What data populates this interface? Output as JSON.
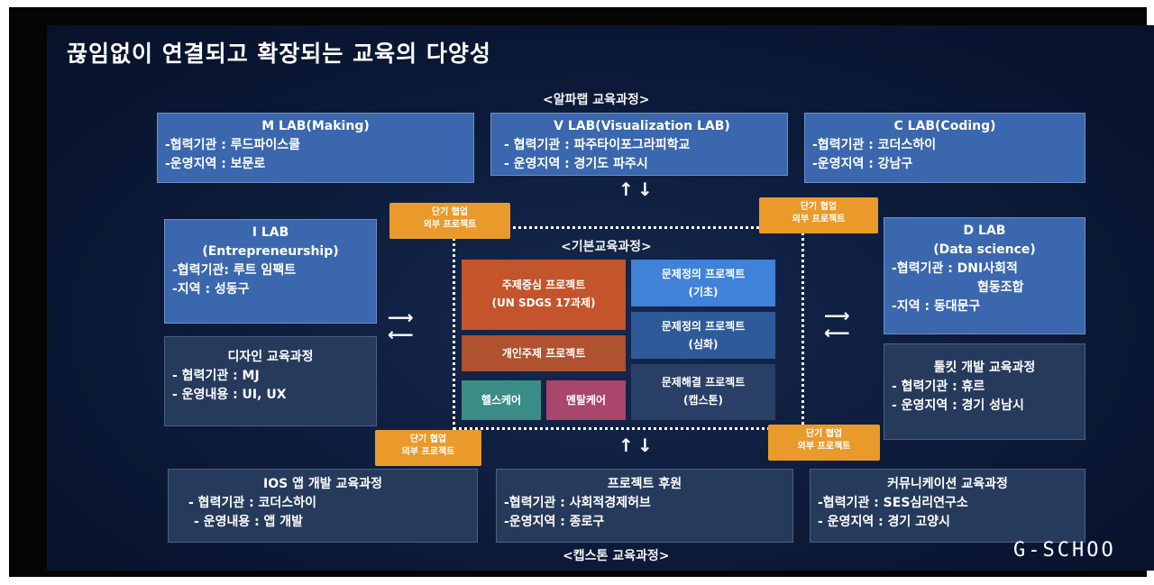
{
  "title": "끊임없이  연결되고 확장되는 교육의 다양성",
  "alpha_label": "<알파랩 교육과정>",
  "core_label": "<기본교육과정>",
  "capstone_label": "<캡스톤 교육과정>",
  "logo": "G-SCHOO",
  "boxes": {
    "m_lab": {
      "title": "M LAB(Making)",
      "lines": [
        "-협력기관 : 루드파이스쿨",
        "-운영지역 : 보문로"
      ]
    },
    "v_lab": {
      "title": "V LAB(Visualization LAB)",
      "lines": [
        "- 협력기관 : 파주타이포그라피학교",
        "- 운영지역 : 경기도 파주시"
      ]
    },
    "c_lab": {
      "title": "C LAB(Coding)",
      "lines": [
        "-협력기관 : 코더스하이",
        "-운영지역 : 강남구"
      ]
    },
    "i_lab": {
      "title": "I LAB",
      "title2": "(Entrepreneurship)",
      "lines": [
        "-협력기관: 루트 임팩트",
        "-지역 : 성동구"
      ]
    },
    "d_lab": {
      "title": "D LAB",
      "title2": "(Data science)",
      "lines": [
        "-협력기관 :  DNI사회적",
        "협동조합",
        "-지역 : 동대문구"
      ]
    },
    "design": {
      "title": "디자인 교육과정",
      "lines": [
        "- 협력기관 : MJ",
        "- 운영내용 : UI, UX"
      ]
    },
    "toolkit": {
      "title": "툴킷 개발 교육과정",
      "lines": [
        "- 협력기관 : 휴르",
        "- 운영지역 : 경기 성남시"
      ]
    },
    "ios": {
      "title": "IOS 앱 개발 교육과정",
      "lines": [
        "- 협력기관 : 코더스하이",
        "- 운영내용 : 앱 개발"
      ]
    },
    "project": {
      "title": "프로젝트 후원",
      "lines": [
        "-협력기관 : 사회적경제허브",
        "-운영지역 : 종로구"
      ]
    },
    "comm": {
      "title": "커뮤니케이션 교육과정",
      "lines": [
        "-협력기관 : SES심리연구소",
        "- 운영지역 : 경기 고양시"
      ]
    }
  },
  "tags": {
    "line1": "단기 협업",
    "line2": "외부 프로젝트"
  },
  "core": {
    "theme": [
      "주제중심 프로젝트",
      "(UN SDGS 17과제)"
    ],
    "personal": "개인주제 프로젝트",
    "problem_basic": [
      "문제정의 프로젝트",
      "(기초)"
    ],
    "problem_adv": [
      "문제정의 프로젝트",
      "(심화)"
    ],
    "problem_solve": [
      "문제해결 프로젝트",
      "(캡스톤)"
    ],
    "health": "헬스케어",
    "mental": "멘탈케어"
  },
  "colors": {
    "lab_blue": "#3a67ad",
    "tag_orange": "#ea9a2a",
    "theme_orange": "#c4542b",
    "personal_orange": "#b0512f",
    "problem_blue_light": "#3f82d8",
    "problem_blue": "#2f5a99",
    "problem_navy": "#2a3f66",
    "health_teal": "#3b8c86",
    "mental_pink": "#a8466b"
  }
}
